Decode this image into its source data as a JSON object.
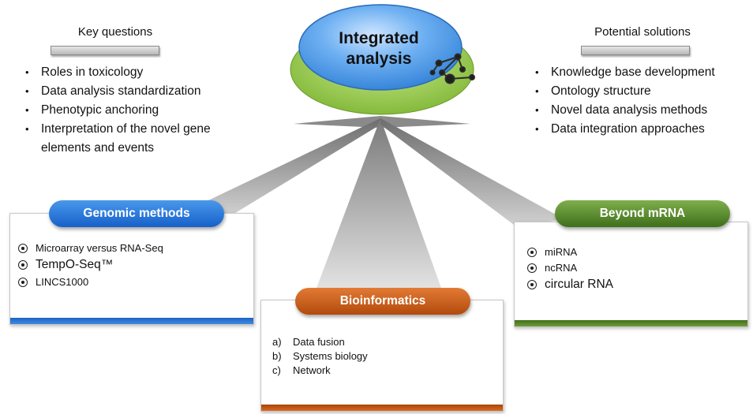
{
  "center": {
    "title_line1": "Integrated",
    "title_line2": "analysis"
  },
  "key_questions": {
    "heading": "Key questions",
    "items": [
      "Roles in toxicology",
      "Data analysis standardization",
      "Phenotypic anchoring",
      "Interpretation of the novel gene elements and events"
    ]
  },
  "potential_solutions": {
    "heading": "Potential solutions",
    "items": [
      "Knowledge base development",
      "Ontology structure",
      "Novel data analysis methods",
      "Data integration approaches"
    ]
  },
  "genomic_methods": {
    "title": "Genomic methods",
    "items": [
      "Microarray versus RNA-Seq",
      "TempO-Seq™",
      "LINCS1000"
    ]
  },
  "bioinformatics": {
    "title": "Bioinformatics",
    "items": [
      {
        "marker": "a)",
        "label": "Data fusion"
      },
      {
        "marker": "b)",
        "label": "Systems biology"
      },
      {
        "marker": "c)",
        "label": "Network"
      }
    ]
  },
  "beyond_mrna": {
    "title": "Beyond mRNA",
    "items": [
      "miRNA",
      "ncRNA",
      "circular RNA"
    ]
  },
  "colors": {
    "blue": "#1a6fd0",
    "orange": "#c4540f",
    "green": "#4e7d22",
    "disc_blue": "#4d9ae8",
    "disc_green": "#8dc63f"
  }
}
